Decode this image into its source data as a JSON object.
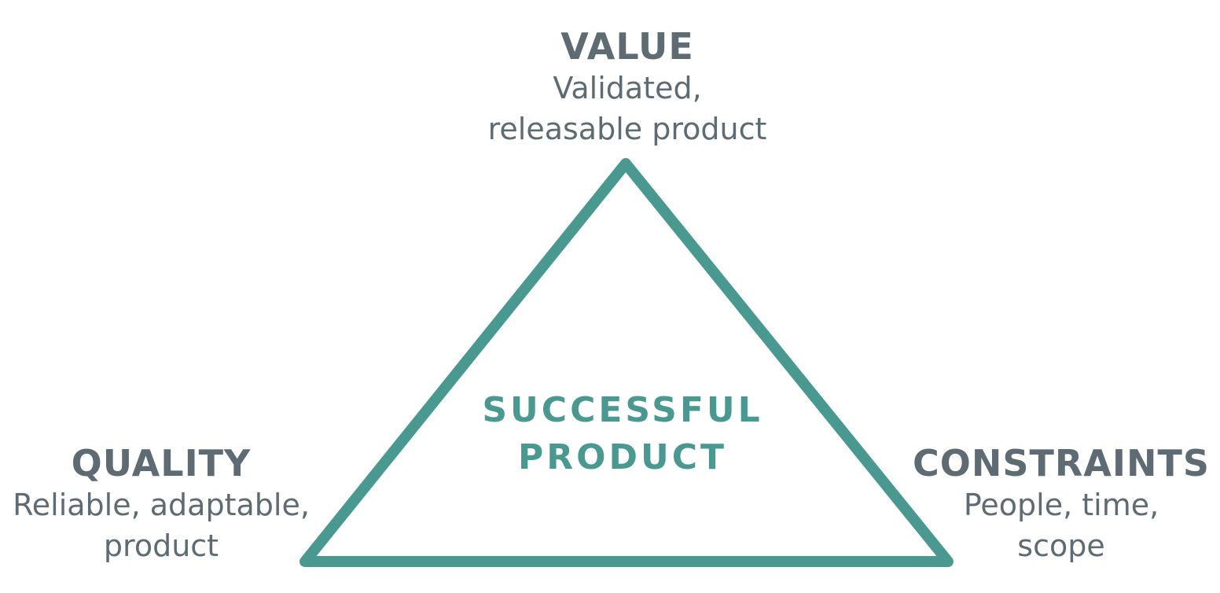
{
  "colors": {
    "triangle_stroke": "#4a9990",
    "corner_text": "#5f6b72",
    "center_text": "#4a9990",
    "background": "#ffffff"
  },
  "corners": {
    "value": {
      "title": "VALUE",
      "desc_lines": [
        "Validated,",
        "releasable product"
      ]
    },
    "quality": {
      "title": "QUALITY",
      "desc_lines": [
        "Reliable, adaptable,",
        "product"
      ]
    },
    "constraints": {
      "title": "CONSTRAINTS",
      "desc_lines": [
        "People, time,",
        "scope"
      ]
    }
  },
  "center": {
    "lines": [
      "SUCCESSFUL",
      "PRODUCT"
    ]
  }
}
